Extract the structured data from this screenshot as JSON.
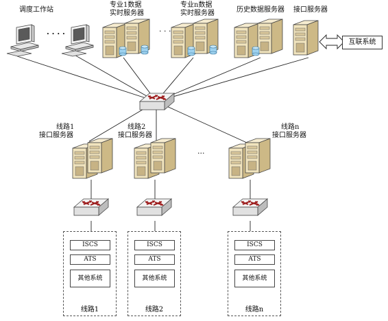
{
  "top_labels": {
    "workstation": "调度工作站",
    "pro1_line1": "专业1数据",
    "pro1_line2": "实时服务器",
    "pron_line1": "专业n数据",
    "pron_line2": "实时服务器",
    "history": "历史数据服务器",
    "interface": "接口服务器",
    "internet": "互联系统",
    "ellipsis_ws": "· · · ·",
    "ellipsis_srv": "· · ·"
  },
  "line_servers": [
    {
      "l1": "线路1",
      "l2": "接口服务器"
    },
    {
      "l1": "线路2",
      "l2": "接口服务器"
    },
    {
      "l1": "线路n",
      "l2": "接口服务器"
    }
  ],
  "line_ellipsis": "···",
  "systems": [
    {
      "rows": [
        "ISCS",
        "ATS",
        "其他系统"
      ],
      "name": "线路1"
    },
    {
      "rows": [
        "ISCS",
        "ATS",
        "其他系统"
      ],
      "name": "线路2"
    },
    {
      "rows": [
        "ISCS",
        "ATS",
        "其他系统"
      ],
      "name": "线路n"
    }
  ],
  "colors": {
    "server_face": "#f1e4bd",
    "server_side": "#cdb986",
    "switch_body": "#e6e6e6",
    "switch_arrow": "#9c1a1a",
    "disk": "#9ed2ef"
  }
}
